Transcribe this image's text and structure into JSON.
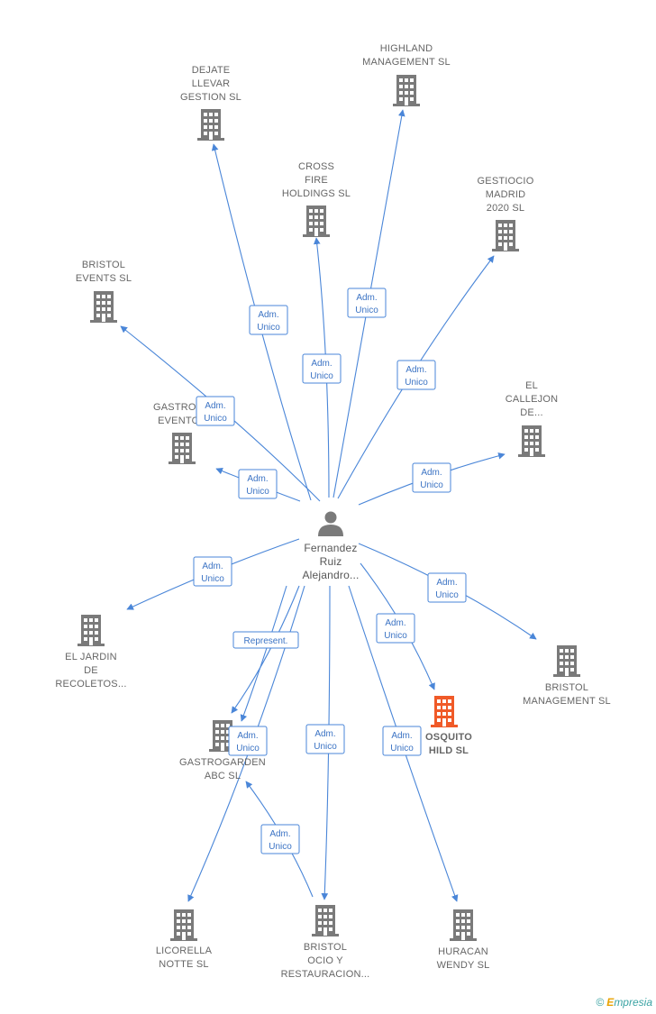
{
  "colors": {
    "edge": "#4a86d8",
    "company": "#7a7a7a",
    "company_highlight": "#f05a28",
    "person": "#7a7a7a"
  },
  "center": {
    "label": [
      "Fernandez",
      "Ruiz",
      "Alejandro..."
    ],
    "icon": "person-icon"
  },
  "companies": [
    {
      "id": "dejate",
      "label": [
        "DEJATE",
        "LLEVAR",
        "GESTION  SL"
      ]
    },
    {
      "id": "highland",
      "label": [
        "HIGHLAND",
        "MANAGEMENT SL"
      ]
    },
    {
      "id": "crossfire",
      "label": [
        "CROSS",
        "FIRE",
        "HOLDINGS  SL"
      ]
    },
    {
      "id": "gestiocio",
      "label": [
        "GESTIOCIO",
        "MADRID",
        "2020  SL"
      ]
    },
    {
      "id": "bristol_events",
      "label": [
        "BRISTOL",
        "EVENTS SL"
      ]
    },
    {
      "id": "gastroga_events",
      "label": [
        "GASTROGA",
        "EVENTOS"
      ]
    },
    {
      "id": "el_callejon",
      "label": [
        "EL",
        "CALLEJON",
        "DE..."
      ]
    },
    {
      "id": "el_jardin",
      "label": [
        "EL JARDIN",
        "DE",
        "RECOLETOS..."
      ]
    },
    {
      "id": "bristol_management",
      "label": [
        "BRISTOL",
        "MANAGEMENT SL"
      ]
    },
    {
      "id": "mosquito",
      "label": [
        "OSQUITO",
        "HILD  SL"
      ],
      "highlight": true
    },
    {
      "id": "gastrogarden",
      "label": [
        "GASTROGARDEN",
        "ABC  SL"
      ]
    },
    {
      "id": "licorella",
      "label": [
        "LICORELLA",
        "NOTTE SL"
      ]
    },
    {
      "id": "bristol_ocio",
      "label": [
        "BRISTOL",
        "OCIO Y",
        "RESTAURACION..."
      ]
    },
    {
      "id": "huracan",
      "label": [
        "HURACAN",
        "WENDY  SL"
      ]
    }
  ],
  "edges": [
    {
      "to": "dejate",
      "label": [
        "Adm.",
        "Unico"
      ]
    },
    {
      "to": "highland",
      "label": [
        "Adm.",
        "Unico"
      ]
    },
    {
      "to": "crossfire",
      "label": [
        "Adm.",
        "Unico"
      ]
    },
    {
      "to": "gestiocio",
      "label": [
        "Adm.",
        "Unico"
      ]
    },
    {
      "to": "bristol_events",
      "label": [
        "Adm.",
        "Unico"
      ]
    },
    {
      "to": "gastroga_events",
      "label": [
        "Adm.",
        "Unico"
      ]
    },
    {
      "to": "el_callejon",
      "label": [
        "Adm.",
        "Unico"
      ]
    },
    {
      "to": "el_jardin",
      "label": [
        "Adm.",
        "Unico"
      ]
    },
    {
      "to": "bristol_management",
      "label": [
        "Adm.",
        "Unico"
      ]
    },
    {
      "to": "mosquito",
      "label": [
        "Adm.",
        "Unico"
      ]
    },
    {
      "to": "gastrogarden",
      "label": [
        "Represent."
      ]
    },
    {
      "to": "licorella",
      "label": [
        "Adm.",
        "Unico"
      ]
    },
    {
      "to": "bristol_ocio",
      "label": [
        "Adm.",
        "Unico"
      ]
    },
    {
      "to": "huracan",
      "label": [
        "Adm.",
        "Unico"
      ]
    },
    {
      "from": "bristol_ocio",
      "to": "gastrogarden",
      "label": [
        "Adm.",
        "Unico"
      ]
    },
    {
      "to": "gastrogarden_2",
      "label": [
        "Adm.",
        "Unico"
      ]
    }
  ],
  "watermark": {
    "copyright": "©",
    "brand_initial": "E",
    "brand_rest": "mpresia"
  }
}
